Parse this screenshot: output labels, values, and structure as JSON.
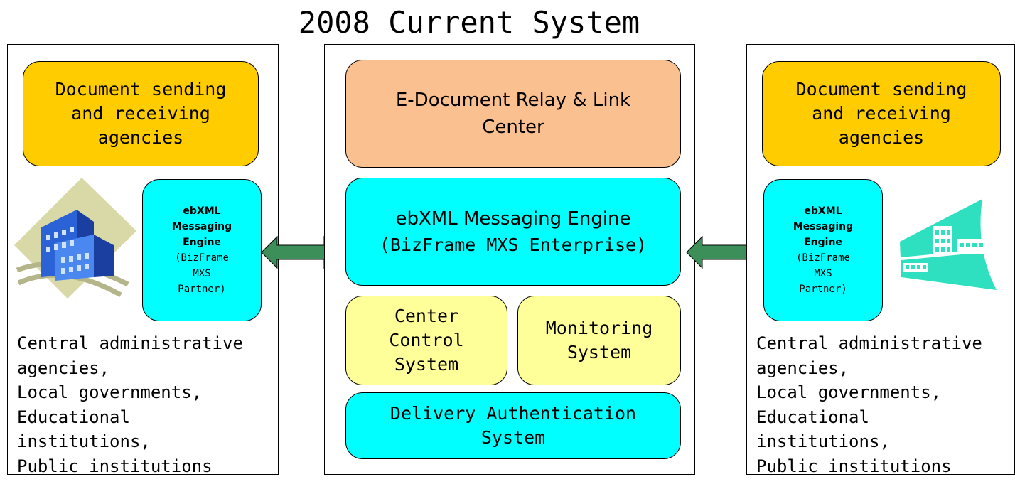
{
  "title": "2008 Current System",
  "left": {
    "agencies_box": "Document sending\nand receiving\nagencies",
    "engine": {
      "line1": "ebXML",
      "line2": "Messaging",
      "line3": "Engine",
      "line4": "(BizFrame",
      "line5": "MXS",
      "line6": "Partner)"
    },
    "agency_list": "Central administrative\nagencies,\nLocal governments,\nEducational\ninstitutions,\nPublic institutions"
  },
  "center": {
    "relay_center": "E-Document Relay & Link\nCenter",
    "engine_title": "ebXML Messaging Engine",
    "engine_subtitle": "(BizFrame MXS Enterprise)",
    "control_system": "Center\nControl\nSystem",
    "monitoring_system": "Monitoring\nSystem",
    "delivery_auth": "Delivery Authentication\nSystem"
  },
  "right": {
    "agencies_box": "Document sending\nand receiving\nagencies",
    "engine": {
      "line1": "ebXML",
      "line2": "Messaging",
      "line3": "Engine",
      "line4": "(BizFrame",
      "line5": "MXS",
      "line6": "Partner)"
    },
    "agency_list": "Central administrative\nagencies,\nLocal governments,\nEducational\ninstitutions,\nPublic institutions"
  },
  "colors": {
    "agencies_box": "#ffcc00",
    "relay_center": "#fac090",
    "engine": "#00ffff",
    "subsystems": "#ffff99",
    "arrow": "#3d8f5a"
  },
  "icons": [
    "office-building-icon",
    "hospital-building-icon",
    "double-arrow-icon"
  ]
}
